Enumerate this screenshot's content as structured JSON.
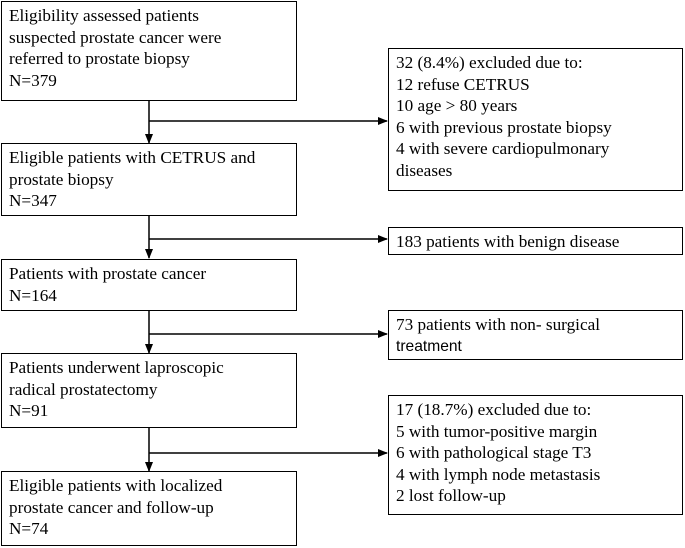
{
  "main_boxes": [
    {
      "id": "assessed",
      "lines": [
        "Eligibility assessed patients",
        "suspected prostate cancer were",
        "referred to prostate biopsy",
        "N=379"
      ]
    },
    {
      "id": "eligible-cetrus",
      "lines": [
        "Eligible patients with CETRUS and",
        "prostate biopsy",
        "N=347"
      ]
    },
    {
      "id": "prostate-cancer",
      "lines": [
        "Patients with prostate cancer",
        "N=164"
      ]
    },
    {
      "id": "laparoscopic",
      "lines": [
        "Patients underwent laproscopic",
        "radical prostatectomy",
        "N=91"
      ]
    },
    {
      "id": "localized",
      "lines": [
        "Eligible patients with localized",
        "prostate cancer and follow-up",
        "N=74"
      ]
    }
  ],
  "side_boxes": [
    {
      "id": "excluded-32",
      "lines": [
        "32 (8.4%) excluded due to:",
        "12 refuse CETRUS",
        "10 age > 80 years",
        "6 with previous prostate biopsy",
        "4 with severe cardiopulmonary",
        "diseases"
      ]
    },
    {
      "id": "benign",
      "lines": [
        "183 patients with benign disease"
      ]
    },
    {
      "id": "non-surgical",
      "lines": [
        "73 patients with non- surgical",
        "treatment"
      ]
    },
    {
      "id": "excluded-17",
      "lines": [
        "17 (18.7%) excluded due to:",
        "5 with tumor-positive margin",
        "6 with pathological stage T3",
        "4 with lymph node metastasis",
        "2 lost follow-up"
      ]
    }
  ],
  "colors": {
    "line": "#000000",
    "box_fill": "#ffffff",
    "text": "#000000"
  }
}
